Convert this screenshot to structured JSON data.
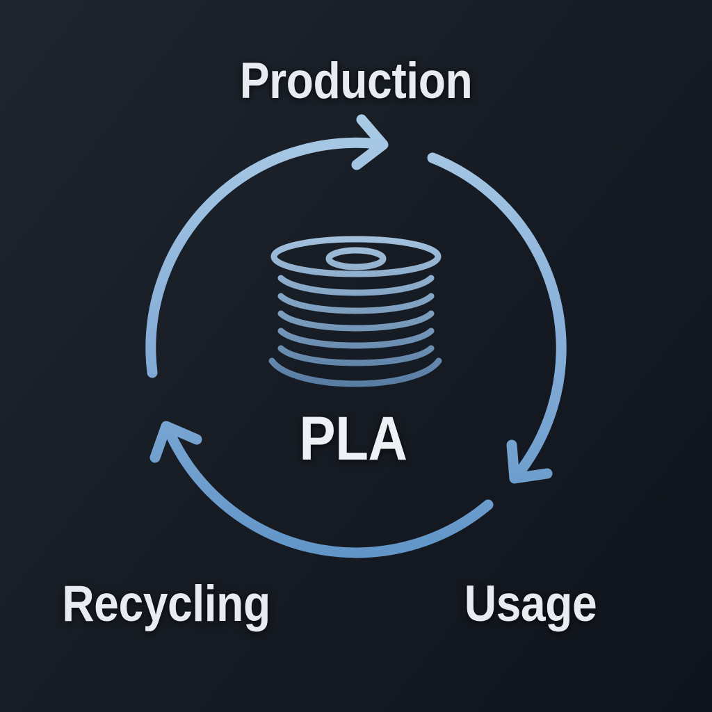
{
  "diagram": {
    "type": "cycle",
    "direction": "clockwise",
    "center_item": {
      "icon": "filament-spool-icon",
      "label": "PLA"
    },
    "stages": [
      {
        "label": "Production",
        "position": "top"
      },
      {
        "label": "Usage",
        "position": "bottom-right"
      },
      {
        "label": "Recycling",
        "position": "bottom-left"
      }
    ],
    "colors": {
      "background_start": "#1f2630",
      "background_end": "#10141c",
      "ring_light": "#abcbe6",
      "ring_dark": "#5f94c7",
      "spool_light": "#a5c3df",
      "spool_dark": "#54799f",
      "label_text": "#e8ecf1"
    }
  }
}
